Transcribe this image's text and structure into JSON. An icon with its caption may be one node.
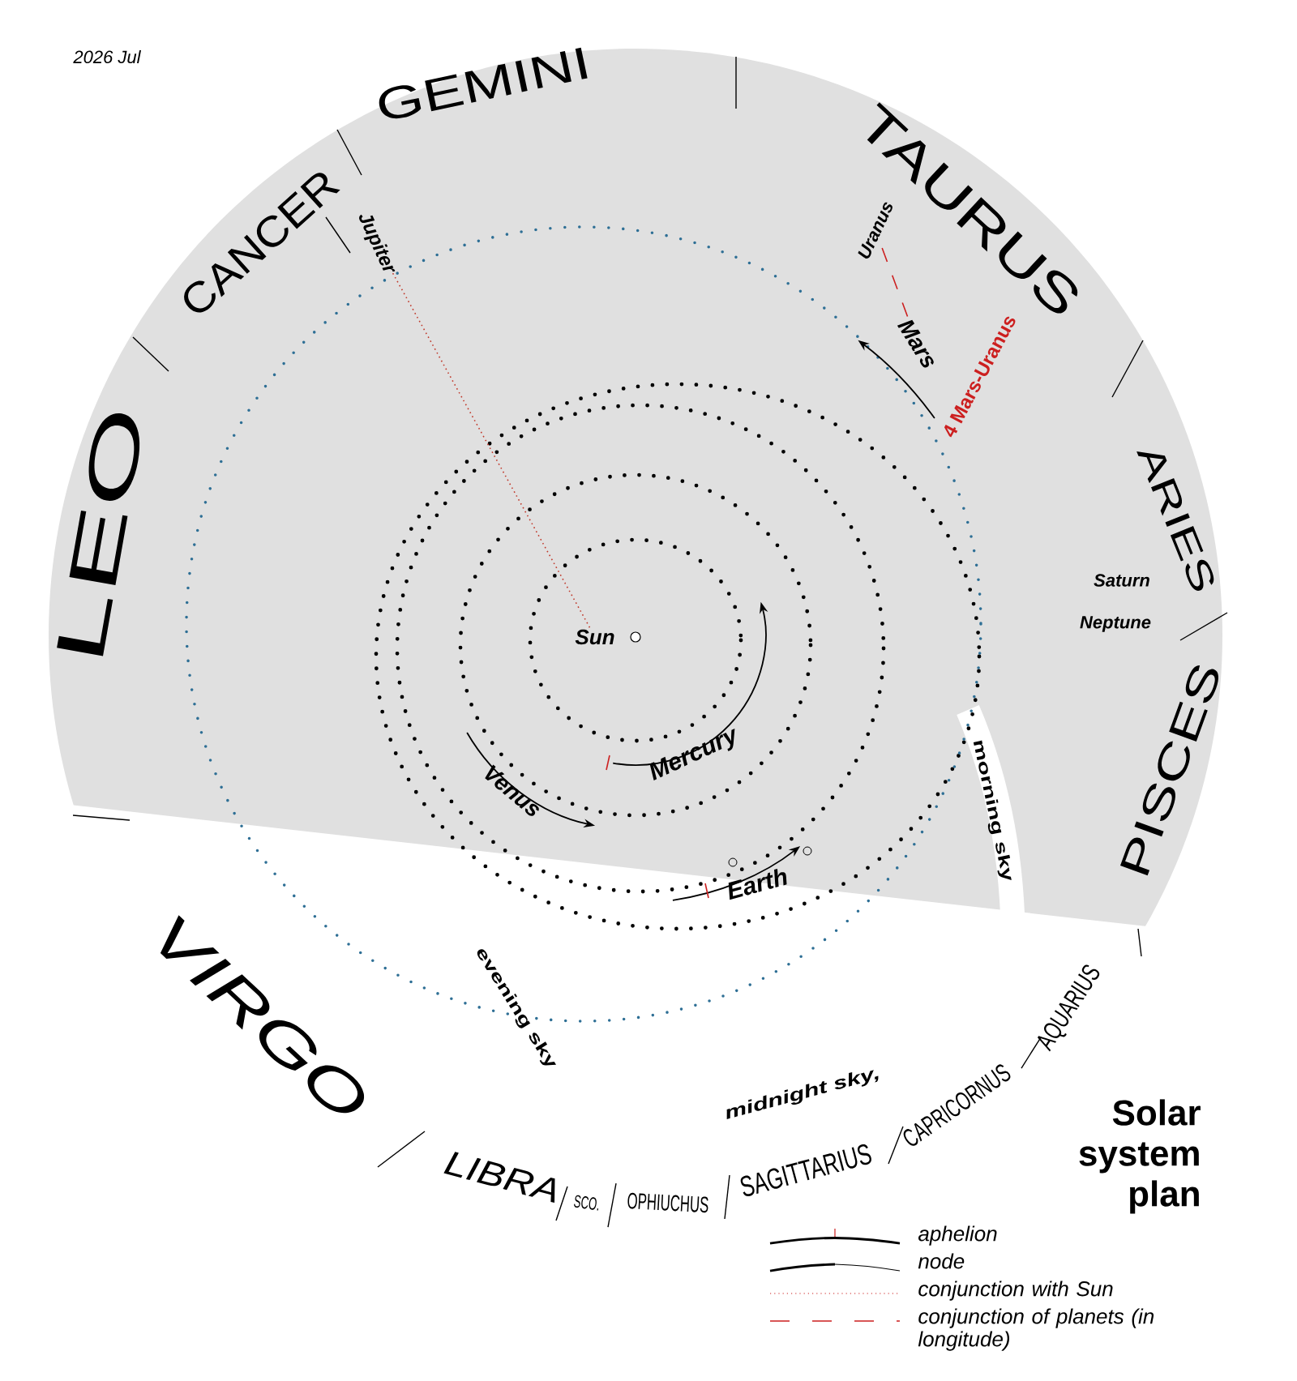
{
  "diagram": {
    "title": "Solar system plan",
    "nodes": [
      {
        "text": [
          "Sun"
        ]
      },
      {
        "text": [
          "Mercury"
        ]
      },
      {
        "text": [
          "Venus"
        ]
      },
      {
        "text": [
          "Earth"
        ]
      },
      {
        "text": [
          "Mars"
        ]
      },
      {
        "text": [
          "Jupiter"
        ]
      },
      {
        "text": [
          "Saturn"
        ]
      },
      {
        "text": [
          "Uranus"
        ]
      },
      {
        "text": [
          "Neptune"
        ]
      }
    ],
    "edges": [
      {
        "from": 5,
        "to": 0,
        "arrow": "none",
        "color": "#c0392b"
      },
      {
        "from": 4,
        "to": 7,
        "arrow": "none",
        "style": "dashed",
        "color": "#cc1f1f",
        "label": "4 Mars-Uranus"
      }
    ],
    "labels": [
      "2026 Jul",
      "GEMINI",
      "TAURUS",
      "CANCER",
      "LEO",
      "ARIES",
      "PISCES",
      "VIRGO",
      "LIBRA",
      "SCO.",
      "OPHIUCHUS",
      "SAGITTARIUS",
      "CAPRICORNUS",
      "AQUARIUS",
      "morning sky",
      "evening sky",
      "midnight sky,"
    ],
    "legend": [
      {
        "text": "aphelion"
      },
      {
        "text": "node"
      },
      {
        "text": "conjunction with Sun"
      },
      {
        "text": "conjunction of planets (in longitude)"
      }
    ]
  }
}
